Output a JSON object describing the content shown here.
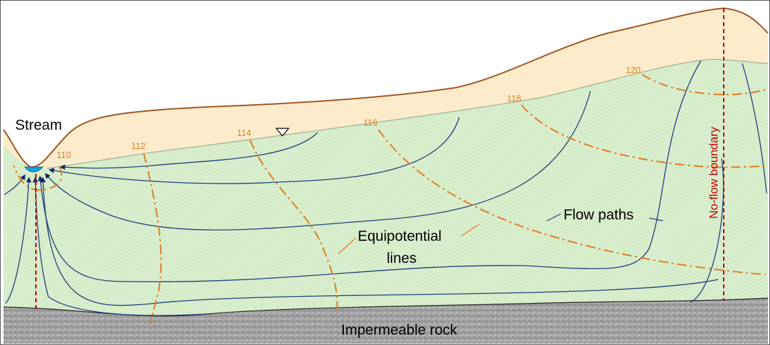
{
  "labels": {
    "stream": "Stream",
    "flow_paths": "Flow paths",
    "equipotential_line1": "Equipotential",
    "equipotential_line2": "lines",
    "no_flow_boundary": "No-flow boundary",
    "impermeable_rock": "Impermeable rock"
  },
  "contours": [
    "110",
    "112",
    "114",
    "116",
    "118",
    "120"
  ],
  "colors": {
    "unsaturated_zone": "#fdeccc",
    "saturated_zone": "#dbefd0",
    "land_surface": "#a0551e",
    "flow_path": "#1f3a7a",
    "equipotential": "#e07b20",
    "no_flow_boundary": "#c00000",
    "bedrock": "#9a9a9a",
    "stream_water": "#1aa0e0"
  },
  "icons": {
    "water_table_marker": "inverted-triangle-icon",
    "flow_arrow": "arrowhead-icon"
  }
}
